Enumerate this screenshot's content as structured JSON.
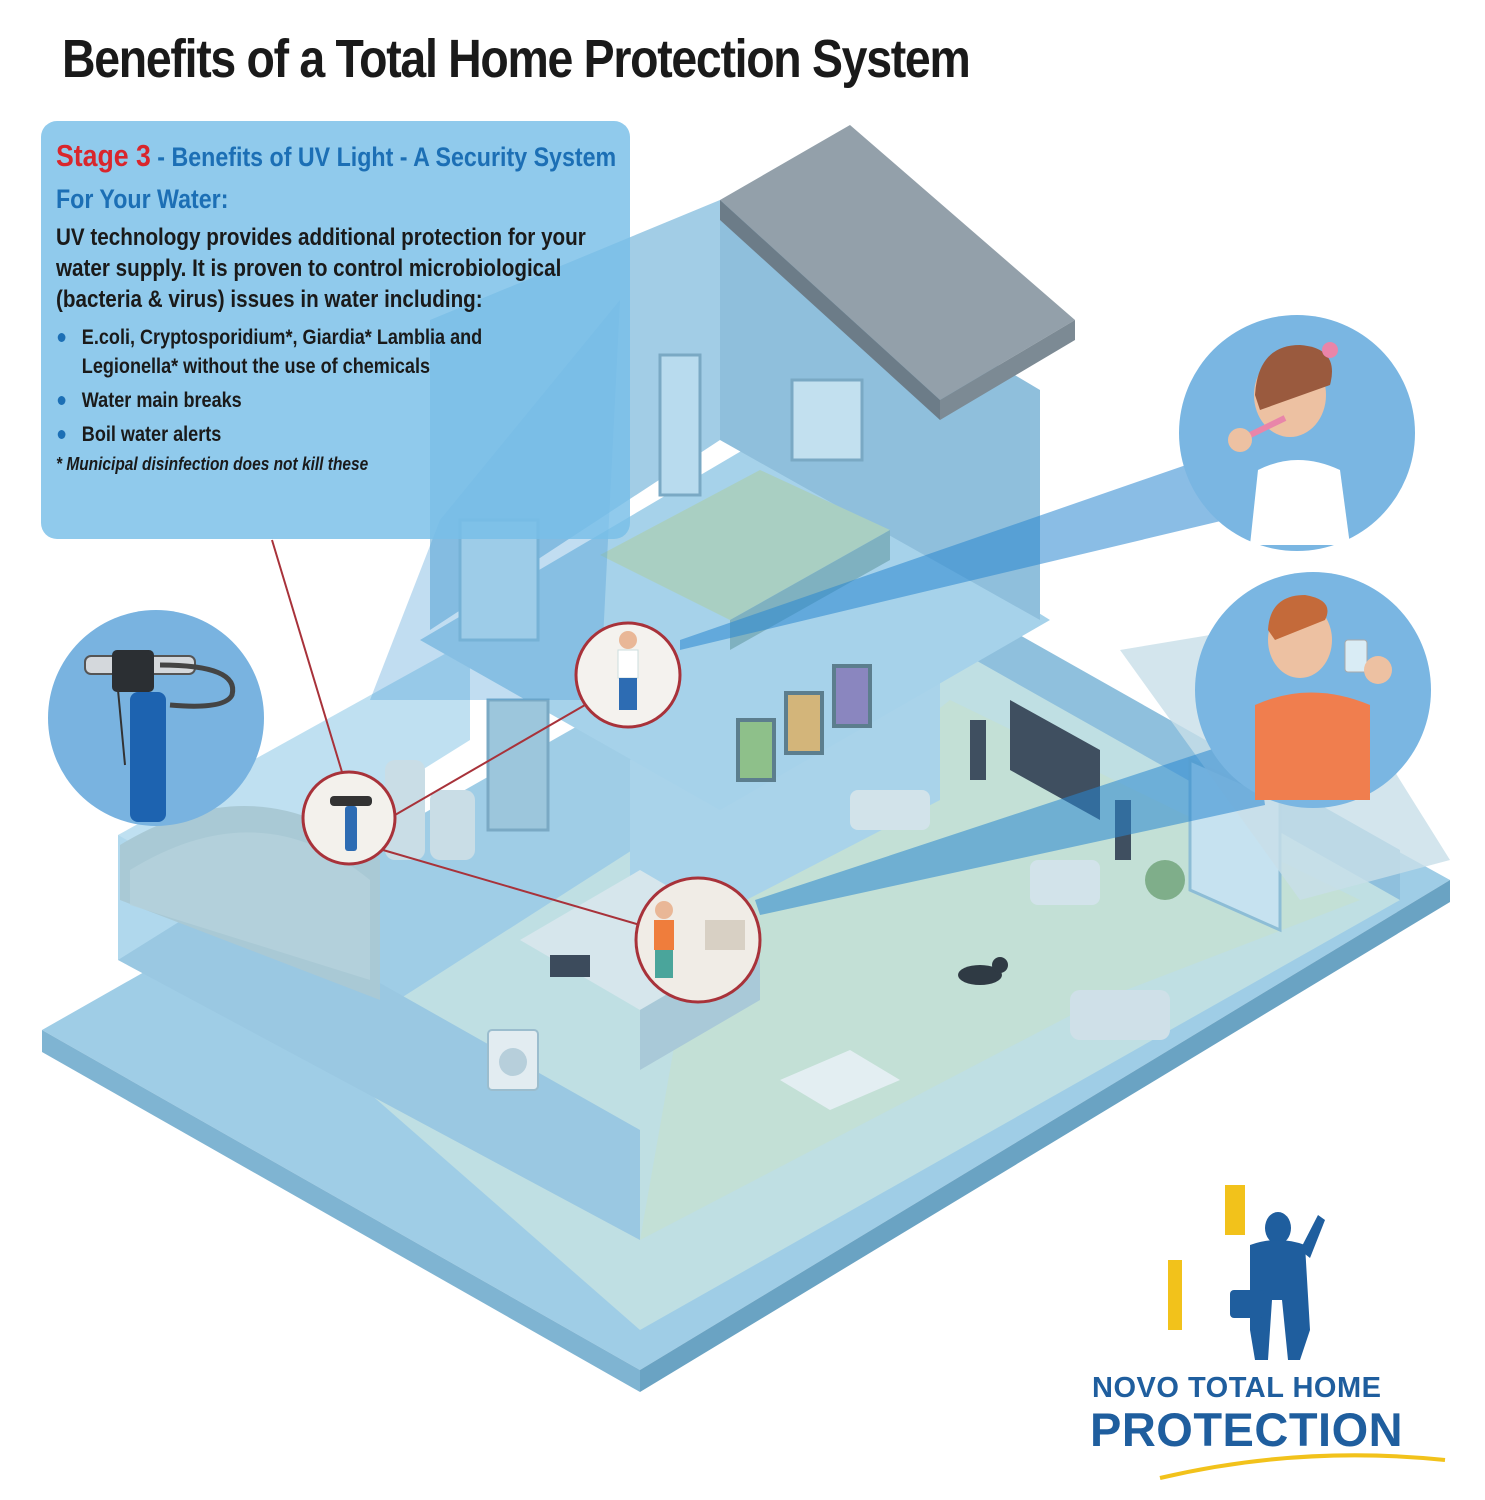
{
  "title": "Benefits of a Total Home Protection System",
  "info_box": {
    "stage_label": "Stage 3",
    "stage_subtitle": " - Benefits of UV Light - A Security System For Your Water:",
    "intro": "UV technology provides additional protection for your water supply.  It is proven to control microbiological (bacteria & virus) issues in water including:",
    "bullets": [
      "E.coli, Cryptosporidium*, Giardia* Lamblia and Legionella* without the use of chemicals",
      "Water main breaks",
      "Boil water alerts"
    ],
    "footnote": "* Municipal disinfection does not kill these"
  },
  "logo": {
    "line1": "NOVO TOTAL HOME",
    "line2": "PROTECTION"
  },
  "colors": {
    "stage_red": "#d9262c",
    "subtitle_blue": "#1c6fb5",
    "brand_blue": "#1f5e9e",
    "brand_yellow": "#f2c21b",
    "house_blue": "#9ccbe4",
    "callout_red": "#a8323a"
  },
  "icons": [
    "uv-filter-icon",
    "woman-brushing-teeth-icon",
    "man-drinking-water-icon",
    "house-logo-icon",
    "dog-icon"
  ]
}
